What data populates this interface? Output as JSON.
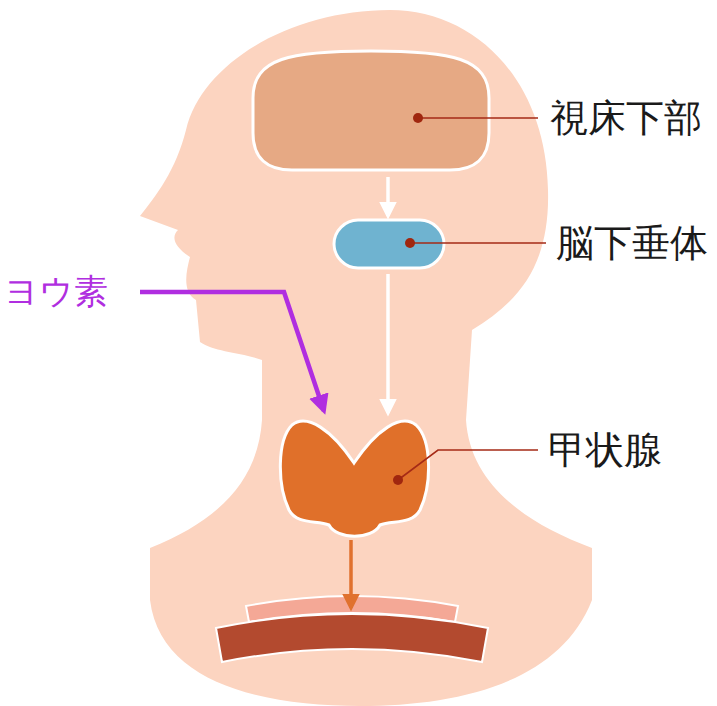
{
  "diagram": {
    "nodes": [
      {
        "text": [
          "視床下部"
        ]
      },
      {
        "text": [
          "脳下垂体"
        ]
      },
      {
        "text": [
          "甲状腺"
        ]
      },
      {
        "text": [
          "ヨウ素"
        ]
      }
    ],
    "edges": [
      {
        "from": 0,
        "to": 1,
        "arrow": "to"
      },
      {
        "from": 1,
        "to": 2,
        "arrow": "to"
      },
      {
        "from": 3,
        "to": 2,
        "arrow": "to"
      }
    ]
  }
}
